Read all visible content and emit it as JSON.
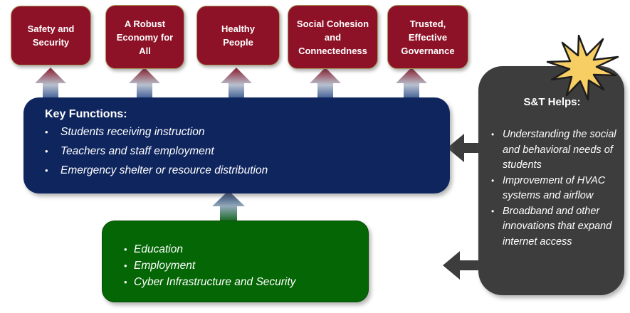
{
  "diagram": {
    "bullet": "•",
    "outcomes": [
      {
        "label": "Safety and\nSecurity"
      },
      {
        "label": "A Robust\nEconomy for\nAll"
      },
      {
        "label": "Healthy\nPeople"
      },
      {
        "label": "Social Cohesion\nand\nConnectedness"
      },
      {
        "label": "Trusted,\nEffective\nGovernance"
      }
    ],
    "key_functions": {
      "title": "Key Functions:",
      "items": [
        "Students receiving instruction",
        "Teachers and staff employment",
        "Emergency shelter or resource distribution"
      ]
    },
    "sectors": {
      "items": [
        "Education",
        "Employment",
        "Cyber Infrastructure and Security"
      ]
    },
    "st_helps": {
      "title": "S&T Helps:",
      "items": [
        "Understanding the social and behavioral needs of students",
        "Improvement of HVAC systems and airflow",
        "Broadband and other innovations that expand internet access"
      ]
    },
    "colors": {
      "outcome_red": "#8D1127",
      "function_navy": "#0F255E",
      "sector_green": "#046605",
      "helps_gray": "#3D3D3D",
      "star_gold": "#F7CE63"
    }
  }
}
